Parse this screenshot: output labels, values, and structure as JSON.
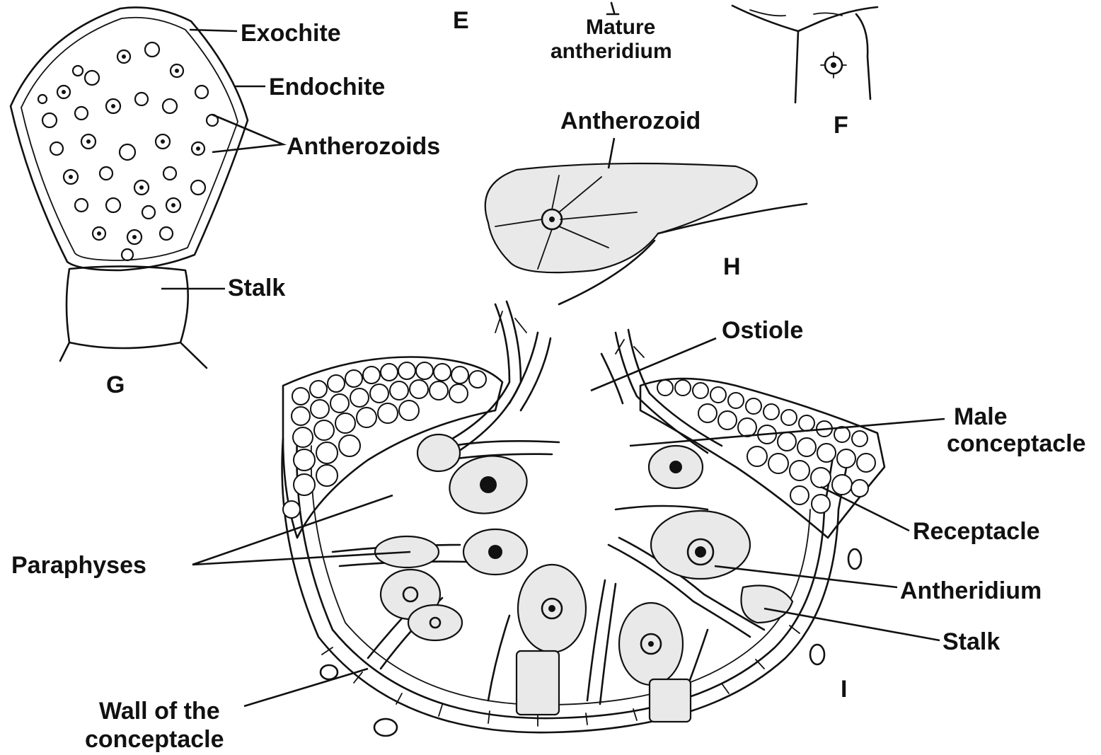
{
  "panels": {
    "e": {
      "letter": "E",
      "caption_line1": "Mature",
      "caption_line2": "antheridium"
    },
    "f": {
      "letter": "F"
    },
    "g": {
      "letter": "G",
      "labels": {
        "exochite": "Exochite",
        "endochite": "Endochite",
        "antherozoids": "Antherozoids",
        "stalk": "Stalk"
      }
    },
    "h": {
      "letter": "H",
      "labels": {
        "antherozoid": "Antherozoid"
      }
    },
    "i": {
      "letter": "I",
      "labels": {
        "ostiole": "Ostiole",
        "male_conceptacle_line1": "Male",
        "male_conceptacle_line2": "conceptacle",
        "receptacle": "Receptacle",
        "antheridium": "Antheridium",
        "stalk": "Stalk",
        "paraphyses": "Paraphyses",
        "wall_line1": "Wall of the",
        "wall_line2": "conceptacle"
      }
    }
  },
  "colors": {
    "ink": "#111111",
    "background": "#ffffff",
    "stipple_fill": "#e9e9e9"
  }
}
